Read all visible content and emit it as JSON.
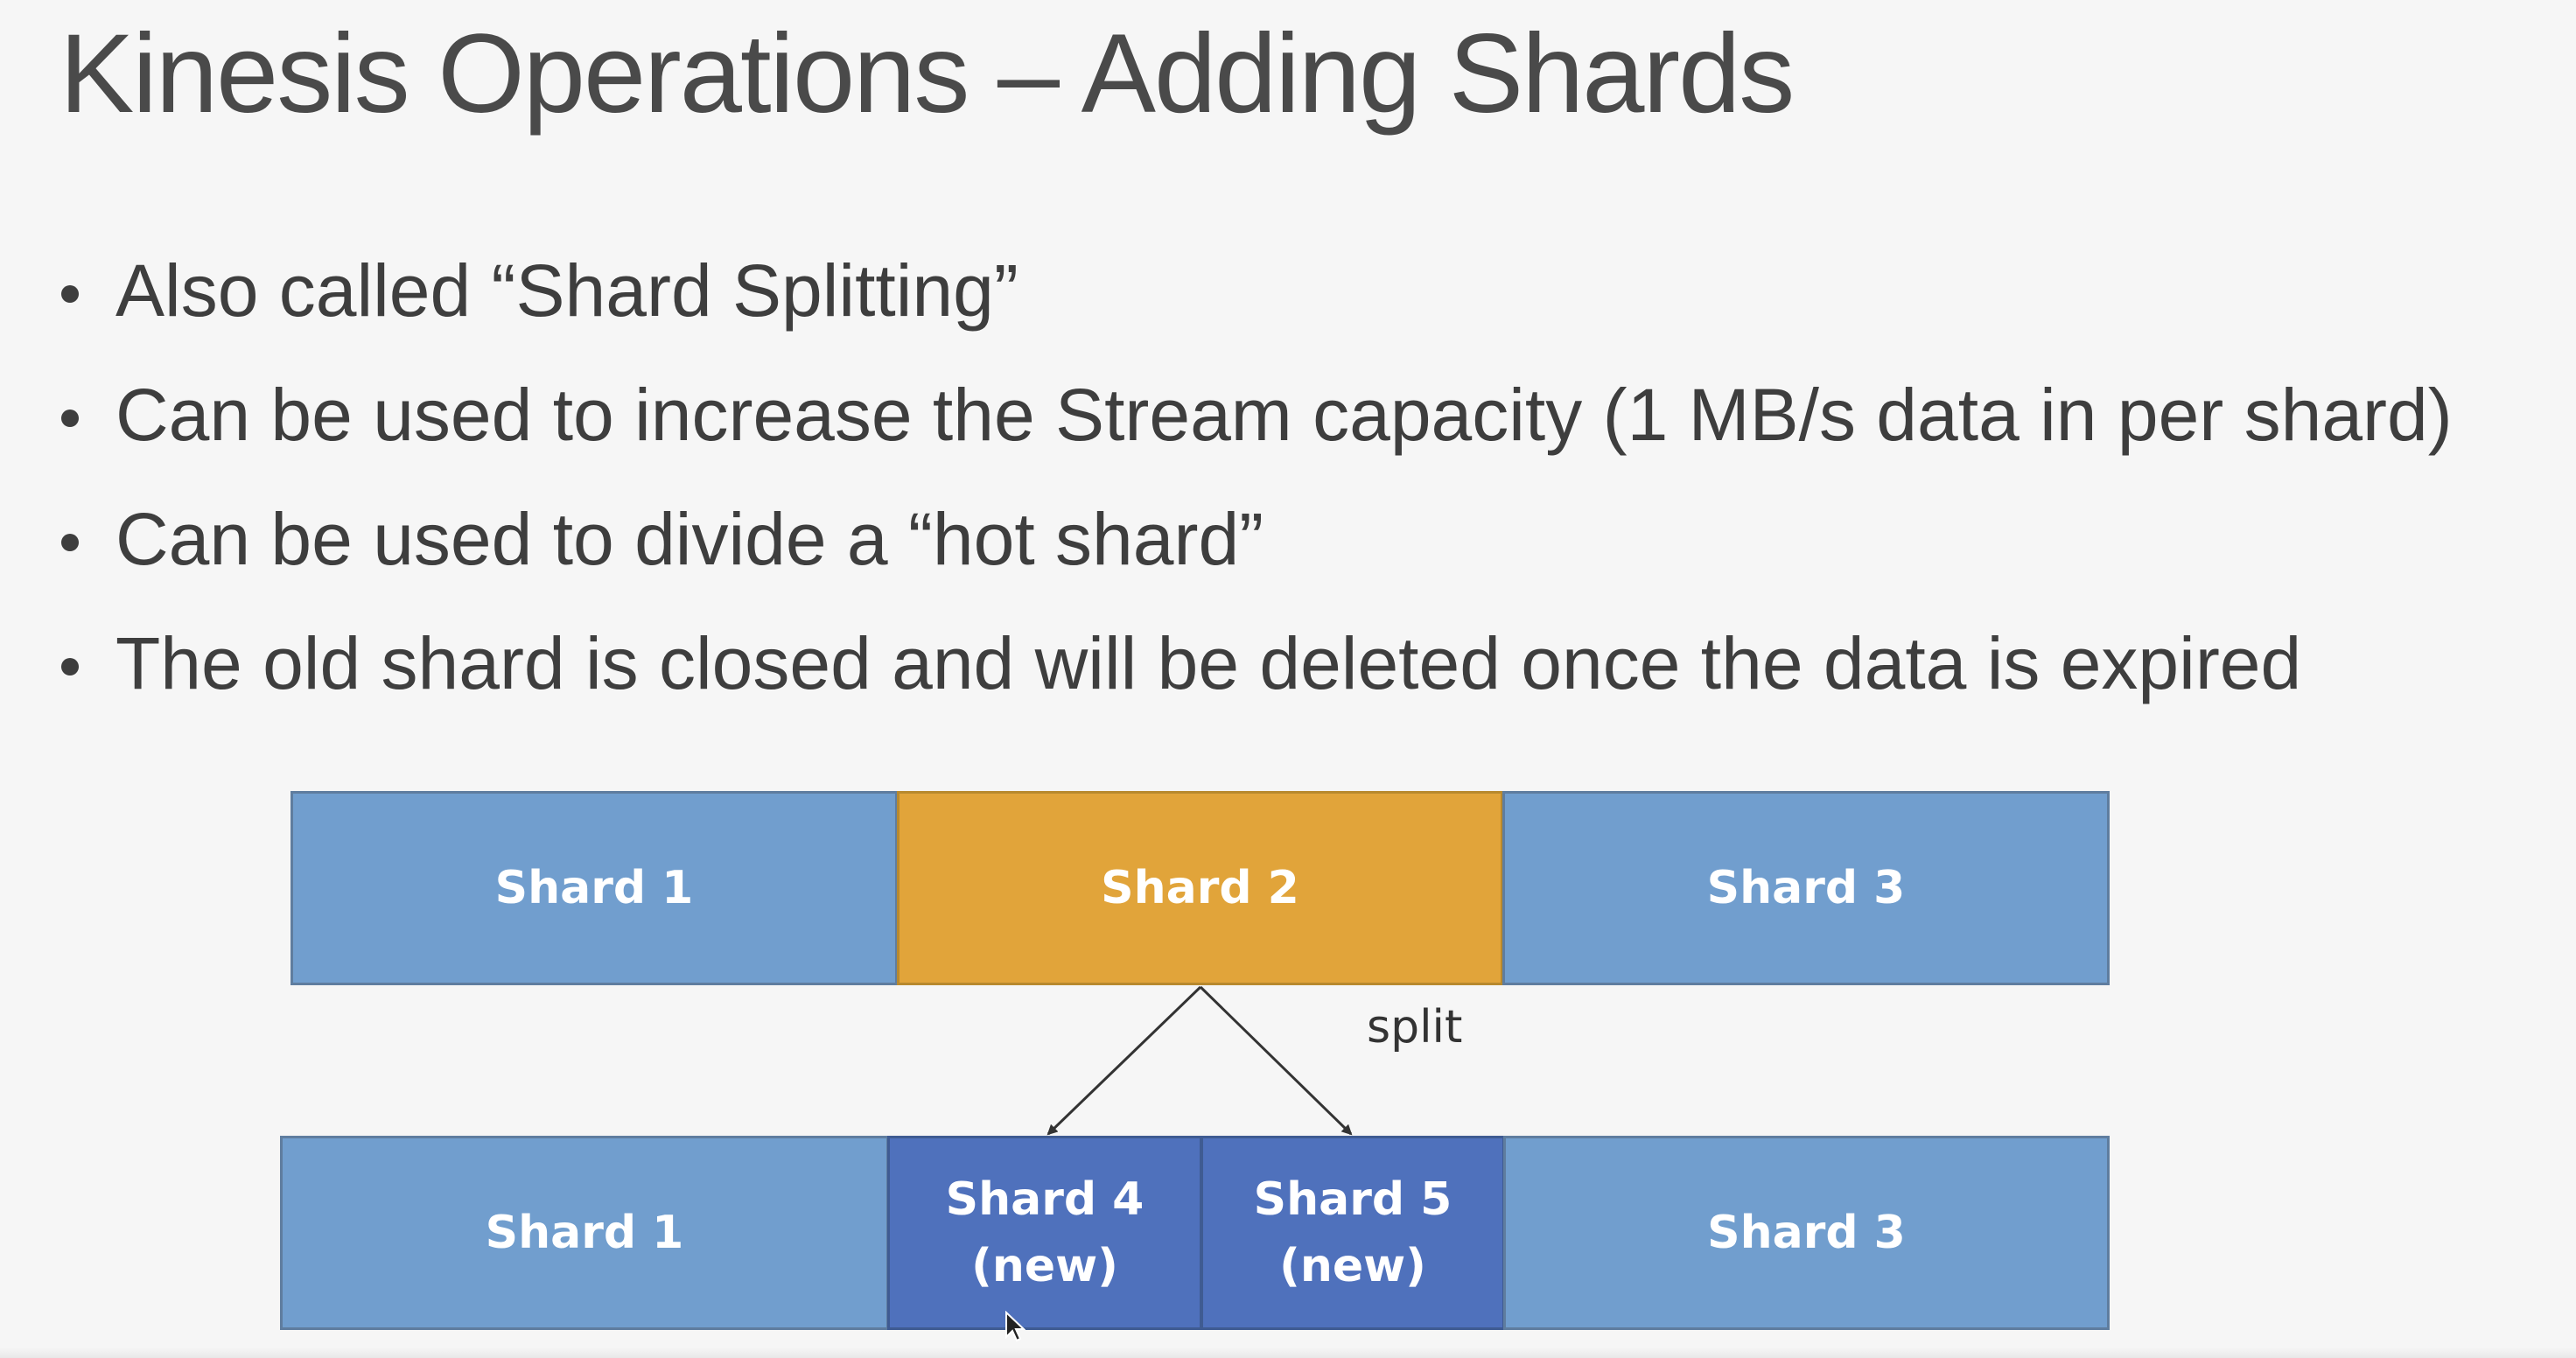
{
  "slide": {
    "title": "Kinesis Operations – Adding Shards",
    "bullets": [
      "Also called “Shard Splitting”",
      "Can be used to increase the Stream capacity (1 MB/s data in per shard)",
      "Can be used to divide a “hot shard”",
      "The old shard is closed and will be deleted once the data is expired"
    ]
  },
  "diagram": {
    "top_row": [
      "Shard 1",
      "Shard 2",
      "Shard 3"
    ],
    "split_label": "split",
    "bottom_row": {
      "shard1": "Shard 1",
      "shard4_line1": "Shard 4",
      "shard4_line2": "(new)",
      "shard5_line1": "Shard 5",
      "shard5_line2": "(new)",
      "shard3": "Shard 3"
    }
  },
  "colors": {
    "shard_default": "#719ece",
    "shard_hot": "#e1a43a",
    "shard_new": "#4f71bc",
    "background": "#f6f6f6",
    "text": "#3e3e3e"
  }
}
